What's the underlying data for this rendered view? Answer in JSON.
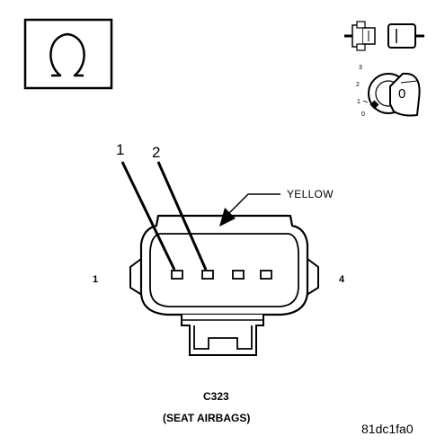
{
  "icons": {
    "ohmmeter": "ohm-symbol-icon",
    "connector_disconnect": "connector-disconnect-icon",
    "ignition_switch": "ignition-key-icon"
  },
  "ignition": {
    "positions": [
      "3",
      "2",
      "1",
      "0"
    ],
    "key_position": "0"
  },
  "connector": {
    "pin_callouts": [
      "1",
      "2"
    ],
    "side_labels": {
      "left": "1",
      "right": "4"
    },
    "wire_color_label": "YELLOW",
    "id": "C323",
    "description": "(SEAT AIRBAGS)",
    "cavity_count": 4
  },
  "figure_id": "81dc1fa0"
}
